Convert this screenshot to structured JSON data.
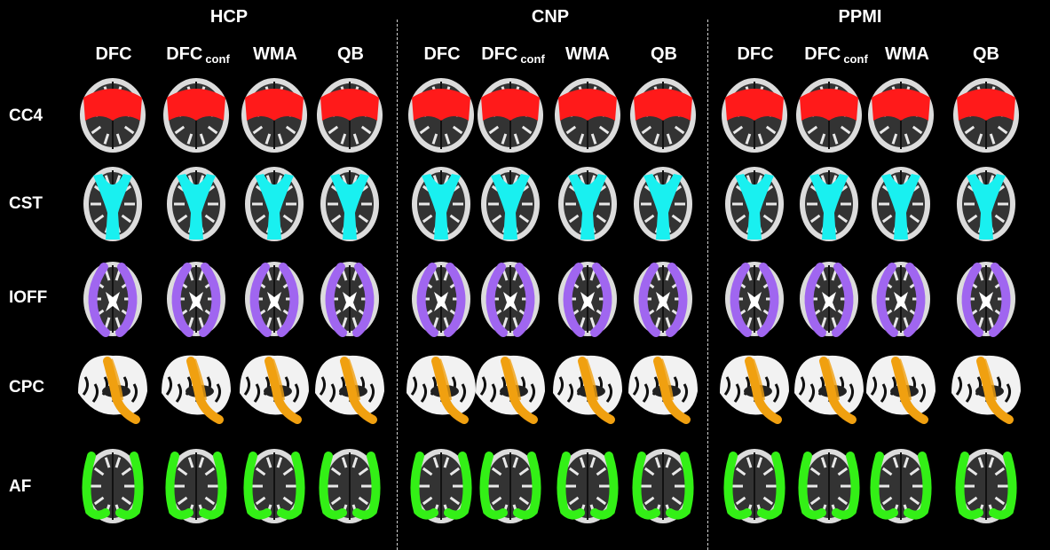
{
  "datasets": [
    {
      "title": "HCP",
      "methods": [
        {
          "main": "DFC",
          "sub": ""
        },
        {
          "main": "DFC",
          "sub": "conf"
        },
        {
          "main": "WMA",
          "sub": ""
        },
        {
          "main": "QB",
          "sub": ""
        }
      ]
    },
    {
      "title": "CNP",
      "methods": [
        {
          "main": "DFC",
          "sub": ""
        },
        {
          "main": "DFC",
          "sub": "conf"
        },
        {
          "main": "WMA",
          "sub": ""
        },
        {
          "main": "QB",
          "sub": ""
        }
      ]
    },
    {
      "title": "PPMI",
      "methods": [
        {
          "main": "DFC",
          "sub": ""
        },
        {
          "main": "DFC",
          "sub": "conf"
        },
        {
          "main": "WMA",
          "sub": ""
        },
        {
          "main": "QB",
          "sub": ""
        }
      ]
    }
  ],
  "tracts": [
    {
      "label": "CC4",
      "color": "#ff1a1a",
      "view": "coronal"
    },
    {
      "label": "CST",
      "color": "#19f0f0",
      "view": "axial"
    },
    {
      "label": "IOFF",
      "color": "#a066f0",
      "view": "axial"
    },
    {
      "label": "CPC",
      "color": "#f0a010",
      "view": "sagittal"
    },
    {
      "label": "AF",
      "color": "#33f016",
      "view": "axial"
    }
  ]
}
